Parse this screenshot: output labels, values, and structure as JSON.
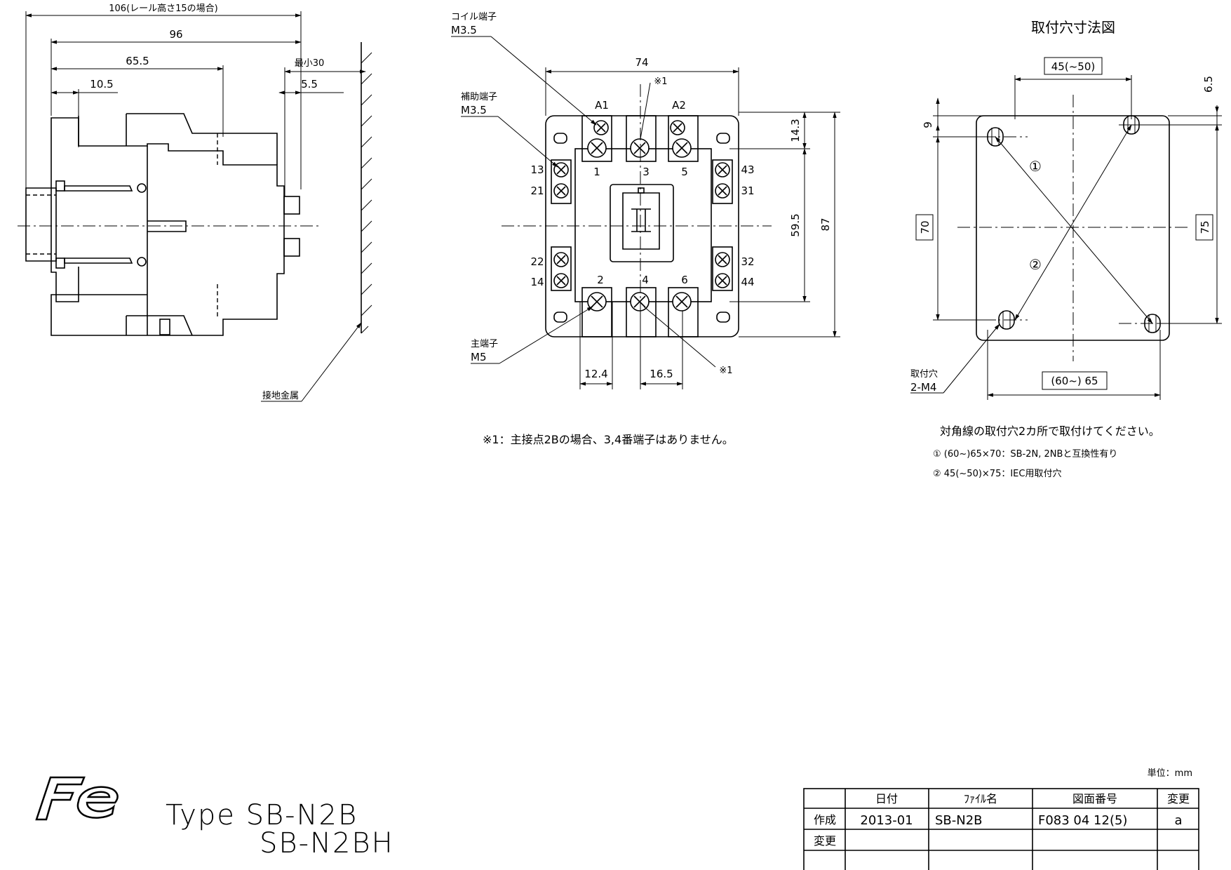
{
  "side_view": {
    "dim_106": "106(レール高さ15の場合)",
    "dim_96": "96",
    "dim_655": "65.5",
    "dim_105": "10.5",
    "dim_min30": "最小30",
    "dim_55": "5.5",
    "ground_label": "接地金属"
  },
  "front_view": {
    "coil_terminal": "コイル端子",
    "coil_terminal_size": "M3.5",
    "aux_terminal": "補助端子",
    "aux_terminal_size": "M3.5",
    "main_terminal": "主端子",
    "main_terminal_size": "M5",
    "dim_74": "74",
    "dim_143": "14.3",
    "dim_595": "59.5",
    "dim_87": "87",
    "dim_124": "12.4",
    "dim_165": "16.5",
    "mark_top": "※1",
    "mark_bottom": "※1",
    "terminal_A1": "A1",
    "terminal_A2": "A2",
    "terminal_1": "1",
    "terminal_3": "3",
    "terminal_5": "5",
    "terminal_2": "2",
    "terminal_4": "4",
    "terminal_6": "6",
    "terminal_13": "13",
    "terminal_21": "21",
    "terminal_22": "22",
    "terminal_14": "14",
    "terminal_43": "43",
    "terminal_31": "31",
    "terminal_32": "32",
    "terminal_44": "44",
    "footnote": "※1：主接点2Bの場合、3,4番端子はありません。"
  },
  "mount_view": {
    "title": "取付穴寸法図",
    "dim_top": "45(~50)",
    "dim_65": "6.5",
    "dim_9": "9",
    "dim_70": "70",
    "dim_75": "75",
    "dim_bottom": "(60~) 65",
    "hole_label": "取付穴",
    "hole_size": "2-M4",
    "circle_1": "①",
    "circle_2": "②",
    "note_main": "対角線の取付穴2カ所で取付けてください。",
    "note_1": "① (60~)65×70：SB-2N, 2NBと互換性有り",
    "note_2": "② 45(~50)×75：IEC用取付穴"
  },
  "title_block": {
    "type_line1": "Type SB-N2B",
    "type_line2": "SB-N2BH",
    "unit": "単位：mm",
    "headers": [
      "日付",
      "ﾌｧｲﾙ名",
      "図面番号",
      "変更"
    ],
    "row1_label": "作成",
    "row1_date": "2013-01",
    "row1_file": "SB-N2B",
    "row1_number": "F083 04 12(5)",
    "row1_change": "a",
    "row2_label": "変更"
  }
}
